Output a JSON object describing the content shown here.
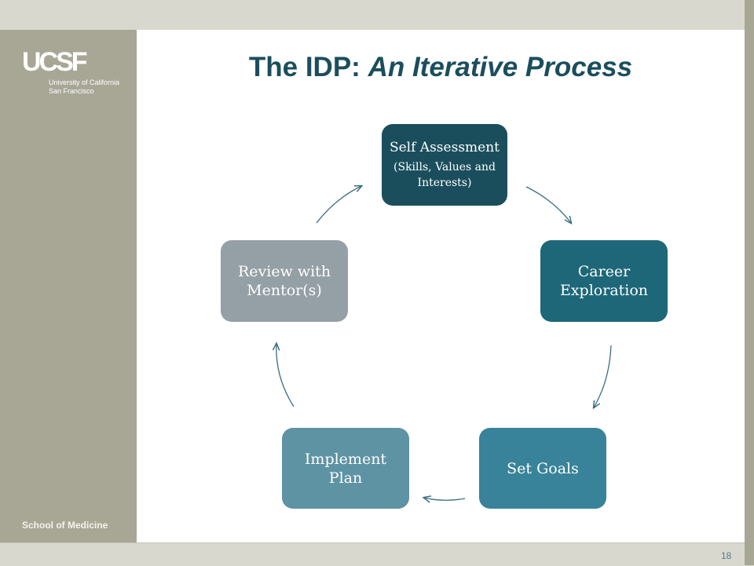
{
  "branding": {
    "logo_mark": "UCSF",
    "logo_line1": "University of California",
    "logo_line2": "San Francisco",
    "school": "School of Medicine"
  },
  "title": {
    "main": "The IDP: ",
    "italic": "An Iterative Process"
  },
  "page_number": "18",
  "diagram": {
    "nodes": [
      {
        "label": "Self Assessment",
        "note": "(Skills, Values and Interests)"
      },
      {
        "label": "Career Exploration"
      },
      {
        "label": "Set Goals"
      },
      {
        "label": "Implement Plan"
      },
      {
        "label": "Review with Mentor(s)"
      }
    ],
    "colors": {
      "title": "#1b4e5d",
      "node_self_assessment": "#1b4e5d",
      "node_career_exploration": "#1d6778",
      "node_set_goals": "#38839a",
      "node_implement_plan": "#5e93a4",
      "node_review": "#959fa6",
      "arrow": "#3a6e82"
    }
  }
}
